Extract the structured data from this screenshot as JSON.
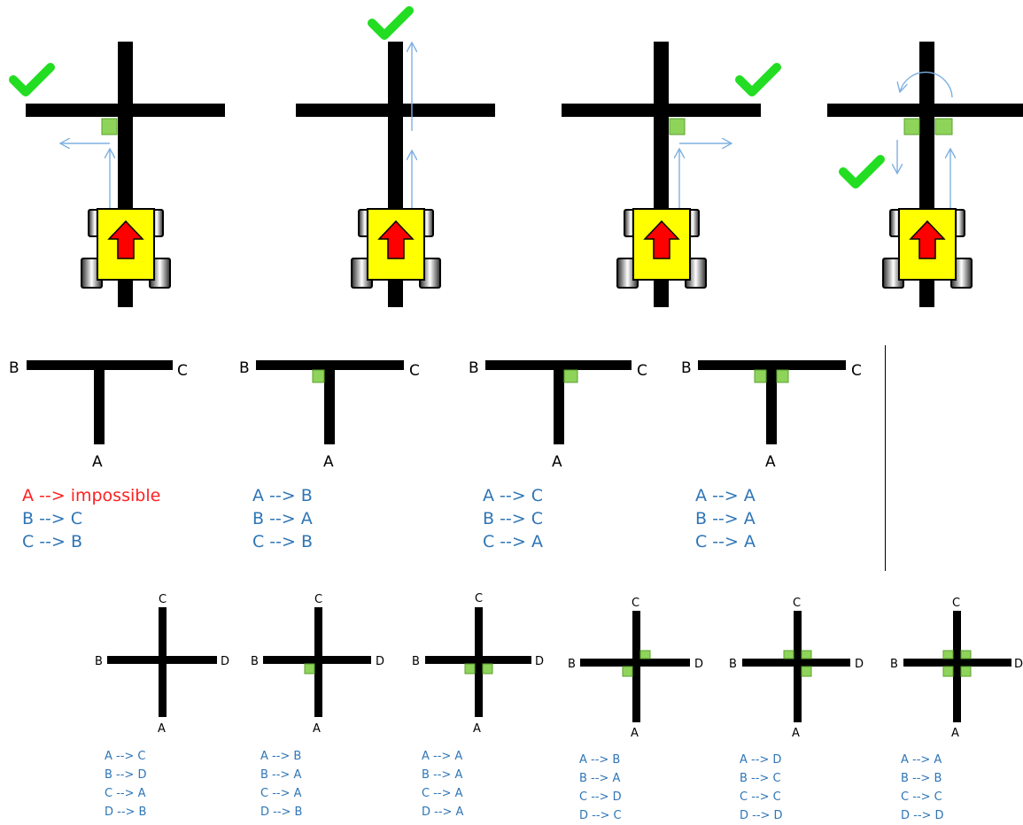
{
  "robot_scenes": [
    {
      "name": "left-turn"
    },
    {
      "name": "straight"
    },
    {
      "name": "right-turn"
    },
    {
      "name": "u-turn"
    }
  ],
  "t_junctions": [
    {
      "labels": {
        "A": "A",
        "B": "B",
        "C": "C"
      },
      "rules": [
        "A --> impossible",
        "B --> C",
        "C --> B"
      ],
      "rule_colors": [
        "#ff2020",
        "#2e75b6",
        "#2e75b6"
      ]
    },
    {
      "labels": {
        "A": "A",
        "B": "B",
        "C": "C"
      },
      "rules": [
        "A --> B",
        "B --> A",
        "C --> B"
      ],
      "rule_colors": [
        "#2e75b6",
        "#2e75b6",
        "#2e75b6"
      ]
    },
    {
      "labels": {
        "A": "A",
        "B": "B",
        "C": "C"
      },
      "rules": [
        "A --> C",
        "B --> C",
        "C --> A"
      ],
      "rule_colors": [
        "#2e75b6",
        "#2e75b6",
        "#2e75b6"
      ]
    },
    {
      "labels": {
        "A": "A",
        "B": "B",
        "C": "C"
      },
      "rules": [
        "A --> A",
        "B --> A",
        "C --> A"
      ],
      "rule_colors": [
        "#2e75b6",
        "#2e75b6",
        "#2e75b6"
      ]
    }
  ],
  "cross_junctions": [
    {
      "labels": {
        "A": "A",
        "B": "B",
        "C": "C",
        "D": "D"
      },
      "rules": [
        "A --> C",
        "B --> D",
        "C --> A",
        "D --> B"
      ]
    },
    {
      "labels": {
        "A": "A",
        "B": "B",
        "C": "C",
        "D": "D"
      },
      "rules": [
        "A --> B",
        "B --> A",
        "C --> A",
        "D --> B"
      ]
    },
    {
      "labels": {
        "A": "A",
        "B": "B",
        "C": "C",
        "D": "D"
      },
      "rules": [
        "A --> A",
        "B --> A",
        "C --> A",
        "D --> A"
      ]
    },
    {
      "labels": {
        "A": "A",
        "B": "B",
        "C": "C",
        "D": "D"
      },
      "rules": [
        "A --> B",
        "B --> A",
        "C --> D",
        "D --> C"
      ]
    },
    {
      "labels": {
        "A": "A",
        "B": "B",
        "C": "C",
        "D": "D"
      },
      "rules": [
        "A --> D",
        "B --> C",
        "C --> C",
        "D --> D"
      ]
    },
    {
      "labels": {
        "A": "A",
        "B": "B",
        "C": "C",
        "D": "D"
      },
      "rules": [
        "A --> A",
        "B --> B",
        "C --> C",
        "D --> D"
      ]
    }
  ],
  "colors": {
    "track": "#000000",
    "marker": "#8fd45a",
    "marker_border": "#5aa02c",
    "check": "#22dd22",
    "arrow": "#7fb0e0",
    "robot_body": "#ffff00",
    "robot_arrow": "#ff0000",
    "rule_text": "#2e75b6",
    "impossible_text": "#ff2020"
  }
}
